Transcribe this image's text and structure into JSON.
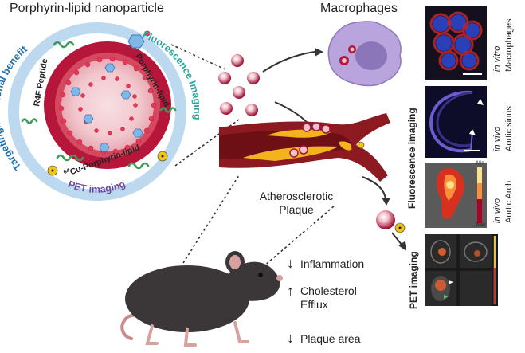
{
  "nanoparticle": {
    "title": "Porphyrin-lipid nanoparticle",
    "ring_labels": {
      "targeting": "Targeting/functional benefit",
      "fluorescence": "Fluorescence Imaging",
      "pet": "PET imaging"
    },
    "inner_labels": {
      "peptide": "R4F Peptide",
      "porphyrin_lipid": "Porphyrin-lipid",
      "cu_prefix": "64",
      "cu_label": "Cu-Porphyrin-lipid"
    }
  },
  "macrophages_label": "Macrophages",
  "plaque_label_line1": "Atherosclerotic",
  "plaque_label_line2": "Plaque",
  "outcomes": {
    "inflammation": "Inflammation",
    "cholesterol_line1": "Cholesterol",
    "cholesterol_line2": "Efflux",
    "plaque_area": "Plaque area"
  },
  "fluorescence_side_label": "Fluorescence imaging",
  "pet_side_label": "PET imaging",
  "panels": [
    {
      "context": "in vitro",
      "site": "Macrophages"
    },
    {
      "context": "in vivo",
      "site": "Aortic sinus"
    },
    {
      "context": "in vivo",
      "site": "Aortic Arch"
    }
  ],
  "colorbar": {
    "max_label": "Max",
    "min_label": "Min"
  },
  "colors": {
    "ring_blue": "#bcd9ef",
    "ring_text_blue": "#1f6fb2",
    "ring_text_teal": "#2aa6a0",
    "ring_text_purple": "#6a4a9c",
    "core_red": "#b5163a",
    "artery_red": "#8e1a21",
    "plaque_yellow": "#f2b31b",
    "macrophage_purple": "#b9a4dd"
  }
}
